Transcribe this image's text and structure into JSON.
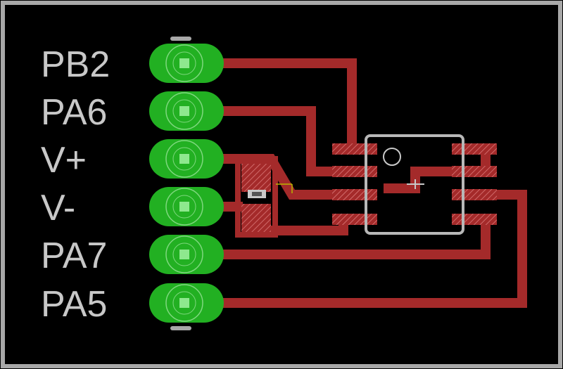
{
  "board": {
    "background_color": "#000000",
    "outline_color": "#a8a8a8",
    "trace_color": "#a42a2a",
    "pad_color": "#22b022",
    "silkscreen_color": "#c8c8c8"
  },
  "header_pins": [
    {
      "label": "PB2"
    },
    {
      "label": "PA6"
    },
    {
      "label": "V+"
    },
    {
      "label": "V-"
    },
    {
      "label": "PA7"
    },
    {
      "label": "PA5"
    }
  ],
  "components": {
    "ic": {
      "pin_count": 8,
      "package": "SOIC-8"
    },
    "capacitor": {
      "package": "SMD 0805"
    }
  }
}
